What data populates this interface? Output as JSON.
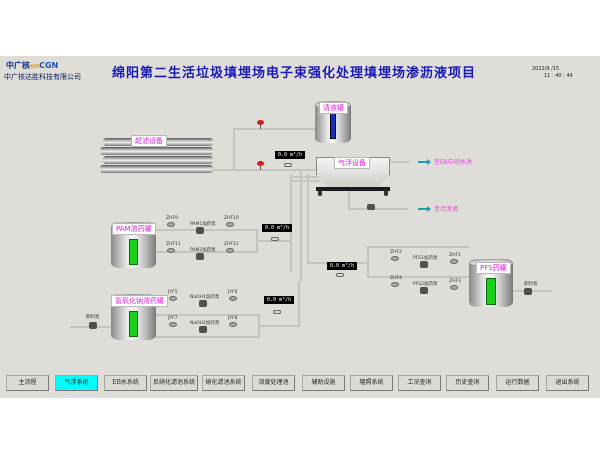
{
  "header": {
    "logo_brand": "中广核",
    "logo_cgn": "CGN",
    "company_name": "中广核达胜科技有限公司",
    "title": "绵阳第二生活垃圾填埋场电子束强化处理填埋场渗沥液项目",
    "date": "2022/9 /15",
    "time": "11 : 40 : 44"
  },
  "equipment": {
    "ultrafilter": "超滤设备",
    "clear_tank": "清液罐",
    "flotation": "气浮设备",
    "pam_tank": "PAM溶药罐",
    "naoh_tank": "氢氧化钠溶药罐",
    "pfs_tank": "PFS药罐"
  },
  "destinations": {
    "to_eb_pool": "至EB中间水池",
    "to_sludge_pool": "至污泥池"
  },
  "flow_meters": {
    "flotation_inlet": "0.0  m³/h",
    "pam_line": "0.0  m³/h",
    "naoh_line": "0.0  m³/h",
    "pfs_line": "0.0  m³/h"
  },
  "valves": {
    "zhf9": "ZHF9",
    "zhf10": "ZHF10",
    "zhf11": "ZHF11",
    "zhf12": "ZHF12",
    "jyf5": "JYF5",
    "jyf6": "JYF6",
    "jyf7": "JYF7",
    "jyf8": "JYF8",
    "zhf1": "ZHF1",
    "zhf2": "ZHF2",
    "zhf3": "ZHF3",
    "zhf4": "ZHF4"
  },
  "pumps": {
    "pam1": "PAM1加药泵",
    "pam2": "PAM2加药泵",
    "naoh1": "NaOH1加药泵",
    "naoh2": "NaOH2加药泵",
    "pfs1": "PFS1加药泵",
    "pfs2": "PFS2加药泵",
    "feed_left": "卸料泵",
    "feed_right": "卸料泵"
  },
  "tank_levels": {
    "pam_tank": 0.85,
    "naoh_tank": 0.85,
    "pfs_tank": 0.85
  },
  "nav": [
    {
      "label": "主流程",
      "active": false
    },
    {
      "label": "气浮系统",
      "active": true
    },
    {
      "label": "EB水系统",
      "active": false
    },
    {
      "label": "反硝化滤池系统",
      "active": false
    },
    {
      "label": "硝化滤池系统",
      "active": false
    },
    {
      "label": "深度处理池",
      "active": false
    },
    {
      "label": "辅助设施",
      "active": false
    },
    {
      "label": "辐照系统",
      "active": false
    },
    {
      "label": "工况查询",
      "active": false
    },
    {
      "label": "历史查询",
      "active": false
    },
    {
      "label": "运行数据",
      "active": false
    },
    {
      "label": "退出系统",
      "active": false
    }
  ],
  "colors": {
    "panel_bg": "#dfddd8",
    "title": "#1a1ab8",
    "label_magenta": "#e020e0",
    "active_nav": "#00ffff",
    "level_green": "#18d018",
    "valve_red": "#e01818",
    "arrow_teal": "#1aa0b0"
  }
}
